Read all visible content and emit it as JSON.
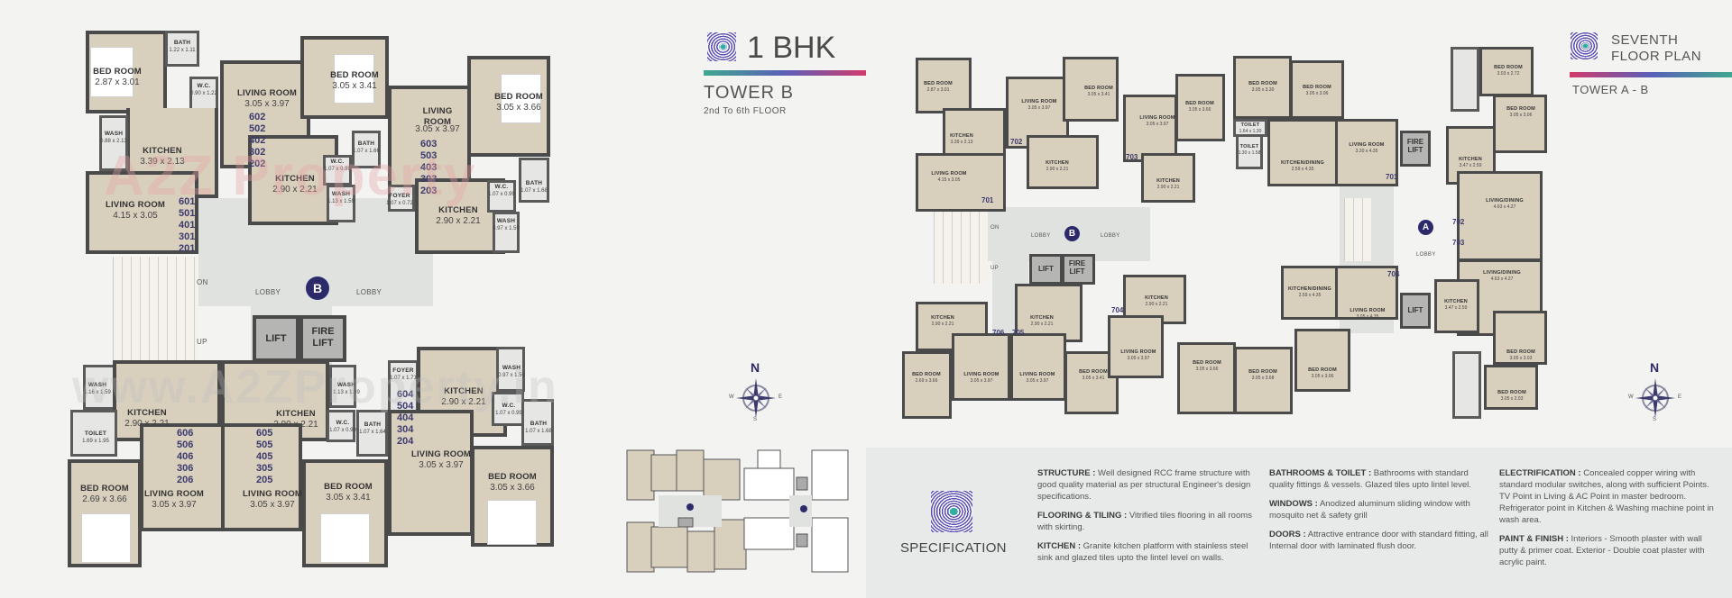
{
  "left_header": {
    "title": "1 BHK",
    "subtitle": "TOWER B",
    "floors": "2nd To 6th FLOOR"
  },
  "right_header": {
    "title_line1": "SEVENTH",
    "title_line2": "FLOOR PLAN",
    "subtitle": "TOWER A - B"
  },
  "left_plan": {
    "tower_badge": "B",
    "lobby_left": "LOBBY",
    "lobby_right": "LOBBY",
    "stair_on": "ON",
    "stair_up": "UP",
    "lift": "LIFT",
    "fire_lift": "FIRE LIFT",
    "units": {
      "u1_numbers": [
        "601",
        "501",
        "401",
        "301",
        "201"
      ],
      "u2_numbers": [
        "602",
        "502",
        "402",
        "302",
        "202"
      ],
      "u3_numbers": [
        "603",
        "503",
        "403",
        "303",
        "203"
      ],
      "u4_numbers": [
        "604",
        "504",
        "404",
        "304",
        "204"
      ],
      "u5_numbers": [
        "605",
        "505",
        "405",
        "305",
        "205"
      ],
      "u6_numbers": [
        "606",
        "506",
        "406",
        "306",
        "206"
      ]
    },
    "rooms": {
      "u1_bed": {
        "name": "BED ROOM",
        "dim": "2.87 x 3.01"
      },
      "u1_bath": {
        "name": "BATH",
        "dim": "1.22 x 1.11"
      },
      "u1_wc": {
        "name": "W.C.",
        "dim": "0.90 x 1.22"
      },
      "u1_wash": {
        "name": "WASH",
        "dim": "0.88 x 2.13"
      },
      "u1_kitchen": {
        "name": "KITCHEN",
        "dim": "3.39 x 2.13"
      },
      "u1_living": {
        "name": "LIVING ROOM",
        "dim": "4.15 x 3.05"
      },
      "u2_living": {
        "name": "LIVING ROOM",
        "dim": "3.05 x 3.97"
      },
      "u2_bed": {
        "name": "BED ROOM",
        "dim": "3.05 x 3.41"
      },
      "u2_kitchen": {
        "name": "KITCHEN",
        "dim": "2.90 x 2.21"
      },
      "u2_bath": {
        "name": "BATH",
        "dim": "1.07 x 1.66"
      },
      "u2_wc": {
        "name": "W.C.",
        "dim": "1.07 x 0.99"
      },
      "u2_wash": {
        "name": "WASH",
        "dim": "1.13 x 1.59"
      },
      "u3_living": {
        "name": "LIVING ROOM",
        "dim": "3.05 x 3.97"
      },
      "u3_bed": {
        "name": "BED ROOM",
        "dim": "3.05 x 3.66"
      },
      "u3_foyer": {
        "name": "FOYER",
        "dim": "1.07 x 0.72"
      },
      "u3_kitchen": {
        "name": "KITCHEN",
        "dim": "2.90 x 2.21"
      },
      "u3_wc": {
        "name": "W.C.",
        "dim": "1.07 x 0.99"
      },
      "u3_bath": {
        "name": "BATH",
        "dim": "1.07 x 1.68"
      },
      "u3_wash": {
        "name": "WASH",
        "dim": "0.97 x 1.59"
      },
      "u6_wash": {
        "name": "WASH",
        "dim": "1.16 x 1.59"
      },
      "u6_kitchen": {
        "name": "KITCHEN",
        "dim": "2.90 x 2.21"
      },
      "u6_toilet": {
        "name": "TOILET",
        "dim": "1.69 x 1.95"
      },
      "u6_bed": {
        "name": "BED ROOM",
        "dim": "2.69 x 3.66"
      },
      "u6_living": {
        "name": "LIVING ROOM",
        "dim": "3.05 x 3.97"
      },
      "u5_kitchen": {
        "name": "KITCHEN",
        "dim": "2.90 x 2.21"
      },
      "u5_wash": {
        "name": "WASH",
        "dim": "1.13 x 1.59"
      },
      "u5_wc": {
        "name": "W.C.",
        "dim": "1.07 x 0.99"
      },
      "u5_bath": {
        "name": "BATH",
        "dim": "1.07 x 1.64"
      },
      "u5_living": {
        "name": "LIVING ROOM",
        "dim": "3.05 x 3.97"
      },
      "u5_bed": {
        "name": "BED ROOM",
        "dim": "3.05 x 3.41"
      },
      "u4_foyer": {
        "name": "FOYER",
        "dim": "1.07 x 1.71"
      },
      "u4_kitchen": {
        "name": "KITCHEN",
        "dim": "2.90 x 2.21"
      },
      "u4_wash": {
        "name": "WASH",
        "dim": "0.97 x 1.59"
      },
      "u4_wc": {
        "name": "W.C.",
        "dim": "1.07 x 0.99"
      },
      "u4_bath": {
        "name": "BATH",
        "dim": "1.07 x 1.68"
      },
      "u4_living": {
        "name": "LIVING ROOM",
        "dim": "3.05 x 3.97"
      },
      "u4_bed": {
        "name": "BED ROOM",
        "dim": "3.05 x 3.66"
      }
    }
  },
  "right_plan": {
    "tower_b_badge": "B",
    "tower_a_badge": "A",
    "lobby": "LOBBY",
    "stair_on": "ON",
    "stair_up": "UP",
    "lift": "LIFT",
    "fire_lift": "FIRE LIFT",
    "unit_numbers": {
      "b701": "701",
      "b702": "702",
      "b703": "703",
      "b704": "704",
      "b705": "705",
      "b706": "706",
      "a701": "701",
      "a702": "702",
      "a703": "703",
      "a704": "704"
    },
    "rooms": {
      "b1_bed": {
        "name": "BED ROOM",
        "dim": "2.87 x 3.01"
      },
      "b1_kitchen": {
        "name": "KITCHEN",
        "dim": "3.39 x 2.13"
      },
      "b1_living": {
        "name": "LIVING ROOM",
        "dim": "4.15 x 3.05"
      },
      "b2_living": {
        "name": "LIVING ROOM",
        "dim": "3.05 x 3.97"
      },
      "b2_bed": {
        "name": "BED ROOM",
        "dim": "3.05 x 3.41"
      },
      "b2_kitchen": {
        "name": "KITCHEN",
        "dim": "2.90 x 2.21"
      },
      "b3_living": {
        "name": "LIVING ROOM",
        "dim": "3.05 x 3.97"
      },
      "b3_kitchen": {
        "name": "KITCHEN",
        "dim": "2.90 x 2.21"
      },
      "b3_bed": {
        "name": "BED ROOM",
        "dim": "3.05 x 3.66"
      },
      "b6_kitchen": {
        "name": "KITCHEN",
        "dim": "2.90 x 2.21"
      },
      "b6_bed": {
        "name": "BED ROOM",
        "dim": "2.69 x 3.66"
      },
      "b6_living": {
        "name": "LIVING ROOM",
        "dim": "3.05 x 3.97"
      },
      "b5_kitchen": {
        "name": "KITCHEN",
        "dim": "2.90 x 2.21"
      },
      "b5_living": {
        "name": "LIVING ROOM",
        "dim": "3.05 x 3.97"
      },
      "b5_bed": {
        "name": "BED ROOM",
        "dim": "3.05 x 3.41"
      },
      "b4_kitchen": {
        "name": "KITCHEN",
        "dim": "2.90 x 2.21"
      },
      "b4_living": {
        "name": "LIVING ROOM",
        "dim": "3.05 x 3.97"
      },
      "a1_bed1": {
        "name": "BED ROOM",
        "dim": "3.05 x 3.30"
      },
      "a1_bed2": {
        "name": "BED ROOM",
        "dim": "3.05 x 3.06"
      },
      "a1_kitchen": {
        "name": "KITCHEN/DINING",
        "dim": "2.59 x 4.35"
      },
      "a1_living": {
        "name": "LIVING ROOM",
        "dim": "3.20 x 4.35"
      },
      "a1_toilet": {
        "name": "TOILET",
        "dim": "1.30 x 1.58"
      },
      "a1_toilet2": {
        "name": "TOILET",
        "dim": "1.64 x 1.30"
      },
      "a2_bed1": {
        "name": "BED ROOM",
        "dim": "3.03 x 2.72"
      },
      "a2_bed2": {
        "name": "BED ROOM",
        "dim": "3.05 x 3.06"
      },
      "a2_kitchen": {
        "name": "KITCHEN",
        "dim": "3.47 x 2.59"
      },
      "a2_living": {
        "name": "LIVING/DINING",
        "dim": "4.63 x 4.27"
      },
      "a3_living": {
        "name": "LIVING/DINING",
        "dim": "4.63 x 4.27"
      },
      "a3_kitchen": {
        "name": "KITCHEN",
        "dim": "3.47 x 2.59"
      },
      "a3_bed1": {
        "name": "BED ROOM",
        "dim": "3.05 x 3.03"
      },
      "a3_bed2": {
        "name": "BED ROOM",
        "dim": "3.05 x 2.03"
      },
      "a4_kitchen": {
        "name": "KITCHEN/DINING",
        "dim": "2.59 x 4.35"
      },
      "a4_living": {
        "name": "LIVING ROOM",
        "dim": "3.05 x 4.35"
      },
      "a4_bed1": {
        "name": "BED ROOM",
        "dim": "3.05 x 3.66"
      },
      "a4_bed2": {
        "name": "BED ROOM",
        "dim": "3.05 x 3.68"
      },
      "a4_bed3": {
        "name": "BED ROOM",
        "dim": "3.05 x 3.06"
      }
    }
  },
  "compass": {
    "n": "N",
    "s": "S",
    "e": "E",
    "w": "W"
  },
  "specification": {
    "title": "SPECIFICATION",
    "items": [
      {
        "label": "STRUCTURE :",
        "text": "Well designed RCC frame structure with good quality material as per structural Engineer's design specifications."
      },
      {
        "label": "FLOORING & TILING :",
        "text": "Vitrified tiles flooring in all rooms with skirting."
      },
      {
        "label": "KITCHEN :",
        "text": "Granite kitchen platform with stainless steel sink and glazed tiles upto the lintel level on walls."
      },
      {
        "label": "BATHROOMS & TOILET :",
        "text": "Bathrooms with standard quality fittings & vessels. Glazed tiles upto lintel level."
      },
      {
        "label": "WINDOWS :",
        "text": "Anodized aluminum sliding window with mosquito net & safety grill"
      },
      {
        "label": "DOORS :",
        "text": "Attractive entrance door with standard fitting, all Internal door with laminated flush door."
      },
      {
        "label": "ELECTRIFICATION :",
        "text": "Concealed copper wiring with standard modular switches, along with sufficient Points. TV Point in Living & AC Point in master bedroom. Refrigerator point in Kitchen & Washing machine point in wash area."
      },
      {
        "label": "PAINT & FINISH :",
        "text": "Interiors - Smooth plaster with wall putty & primer coat. Exterior - Double coat plaster with acrylic paint."
      }
    ]
  },
  "watermark": {
    "logo": "A2Z Property",
    "url": "www.A2ZProperty.in"
  },
  "colors": {
    "room_fill": "#d9cfbd",
    "wall": "#4a4a4a",
    "lobby": "#dfe2df",
    "badge": "#2d2a6b",
    "unit_number": "#3b3a6e",
    "spec_bg": "#e7eae9",
    "accent_teal": "#3fa88f",
    "accent_purple": "#5a5fb8",
    "accent_pink": "#d23a6b"
  }
}
